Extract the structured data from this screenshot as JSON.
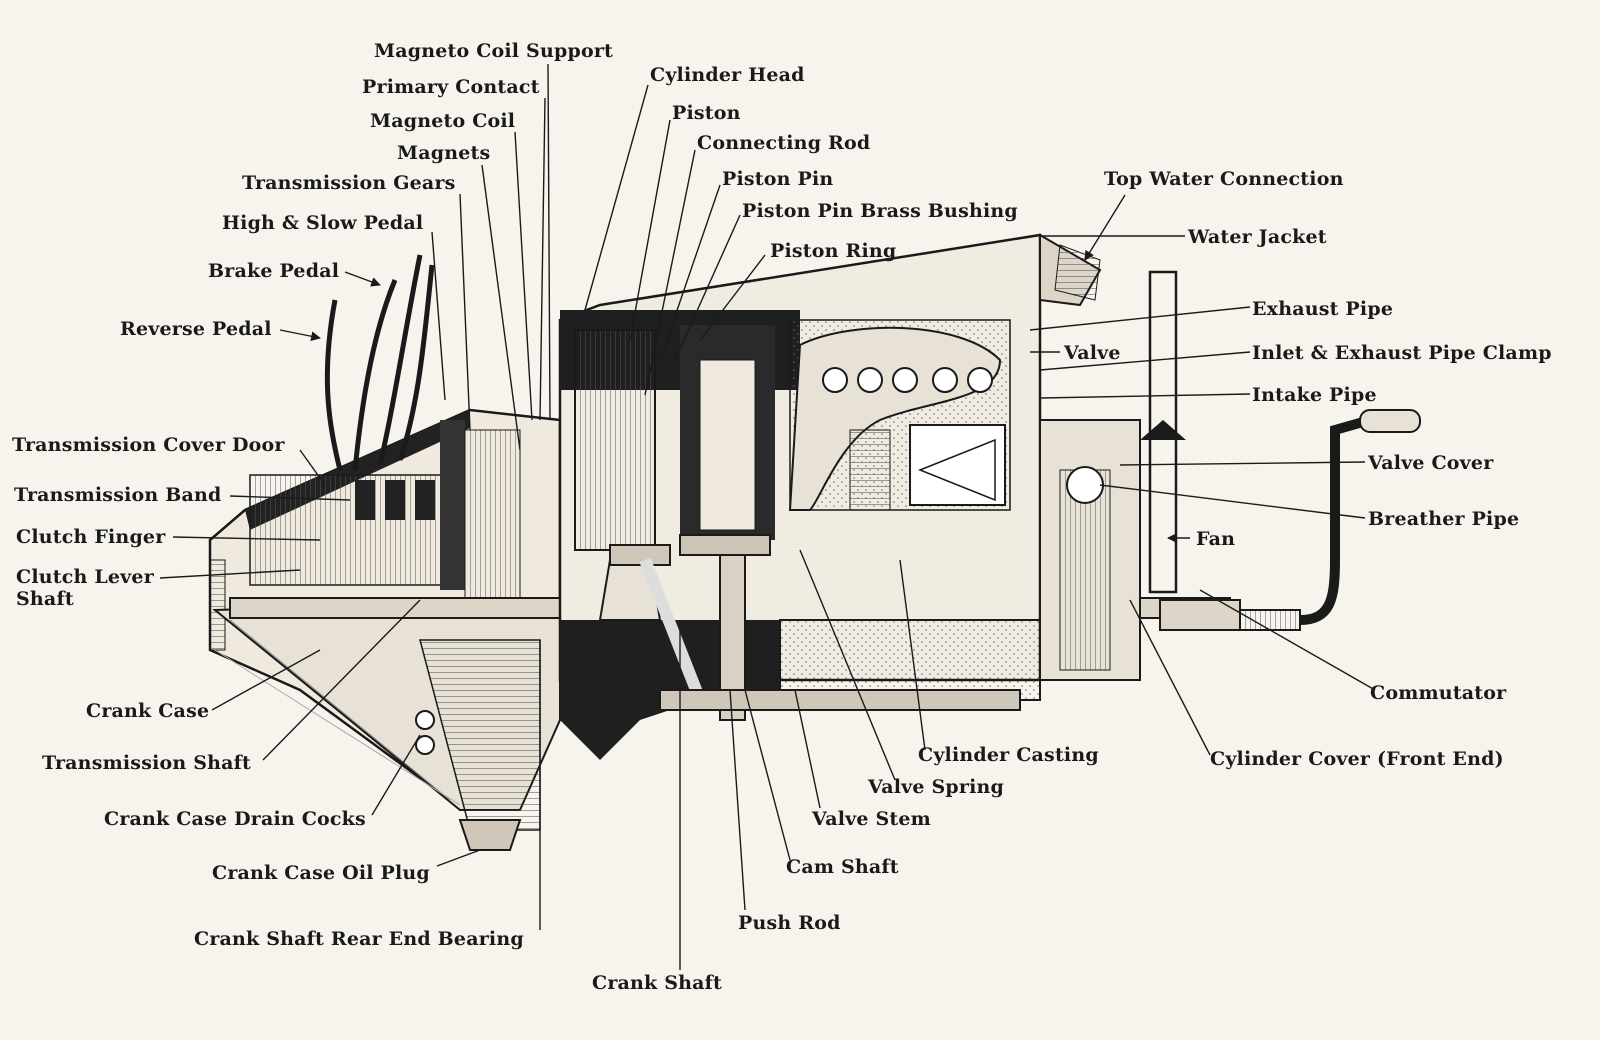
{
  "labels": {
    "magneto_coil_support": "Magneto Coil Support",
    "primary_contact": "Primary Contact",
    "magneto_coil": "Magneto Coil",
    "magnets": "Magnets",
    "transmission_gears": "Transmission Gears",
    "high_slow_pedal": "High & Slow Pedal",
    "brake_pedal": "Brake Pedal",
    "reverse_pedal": "Reverse Pedal",
    "transmission_cover_door": "Transmission Cover Door",
    "transmission_band": "Transmission Band",
    "clutch_finger": "Clutch Finger",
    "clutch_lever_shaft": "Clutch Lever\nShaft",
    "crank_case": "Crank Case",
    "transmission_shaft": "Transmission Shaft",
    "crank_case_drain_cocks": "Crank Case Drain Cocks",
    "crank_case_oil_plug": "Crank Case Oil Plug",
    "crank_shaft_rear_end_bearing": "Crank Shaft Rear End Bearing",
    "crank_shaft": "Crank Shaft",
    "push_rod": "Push Rod",
    "cam_shaft": "Cam Shaft",
    "valve_stem": "Valve Stem",
    "valve_spring": "Valve Spring",
    "cylinder_casting": "Cylinder Casting",
    "cylinder_cover_front_end": "Cylinder Cover (Front End)",
    "commutator": "Commutator",
    "cylinder_head": "Cylinder Head",
    "piston": "Piston",
    "connecting_rod": "Connecting Rod",
    "piston_pin": "Piston Pin",
    "piston_pin_brass_bushing": "Piston Pin Brass Bushing",
    "piston_ring": "Piston Ring",
    "top_water_connection": "Top Water Connection",
    "water_jacket": "Water Jacket",
    "exhaust_pipe": "Exhaust Pipe",
    "valve": "Valve",
    "inlet_exhaust_pipe_clamp": "Inlet & Exhaust Pipe Clamp",
    "intake_pipe": "Intake Pipe",
    "valve_cover": "Valve Cover",
    "breather_pipe": "Breather Pipe",
    "fan": "Fan"
  },
  "colors": {
    "paper": "#f7f4ee",
    "ink": "#1a1a1a",
    "shade": "#dcd6ca"
  }
}
